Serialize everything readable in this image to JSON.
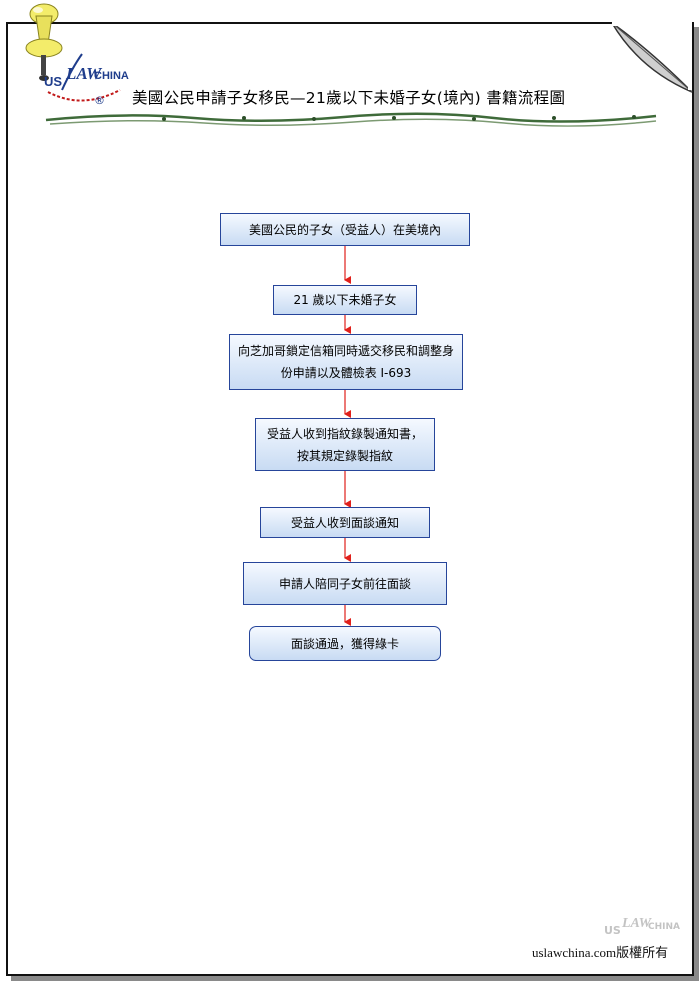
{
  "header": {
    "logo": {
      "us": "US",
      "law": "LAW",
      "china": "CHINA",
      "reg": "®"
    },
    "title": "美國公民申請子女移民—21歲以下未婚子女(境內)  書籍流程圖"
  },
  "flowchart": {
    "steps": [
      {
        "text": "美國公民的子女（受益人）在美境內"
      },
      {
        "text": "21 歲以下未婚子女"
      },
      {
        "text": "向芝加哥鎖定信箱同時遞交移民和調整身份申請以及體檢表 I-693"
      },
      {
        "text": "受益人收到指紋錄製通知書，按其規定錄製指紋"
      },
      {
        "text": "受益人收到面談通知"
      },
      {
        "text": "申請人陪同子女前往面談"
      },
      {
        "text": "面談通過，獲得綠卡"
      }
    ],
    "arrow_color": "#e0201b"
  },
  "footer": {
    "logo": {
      "us": "US",
      "law": "LAW",
      "china": "CHINA"
    },
    "copyright": "uslawchina.com版權所有"
  }
}
